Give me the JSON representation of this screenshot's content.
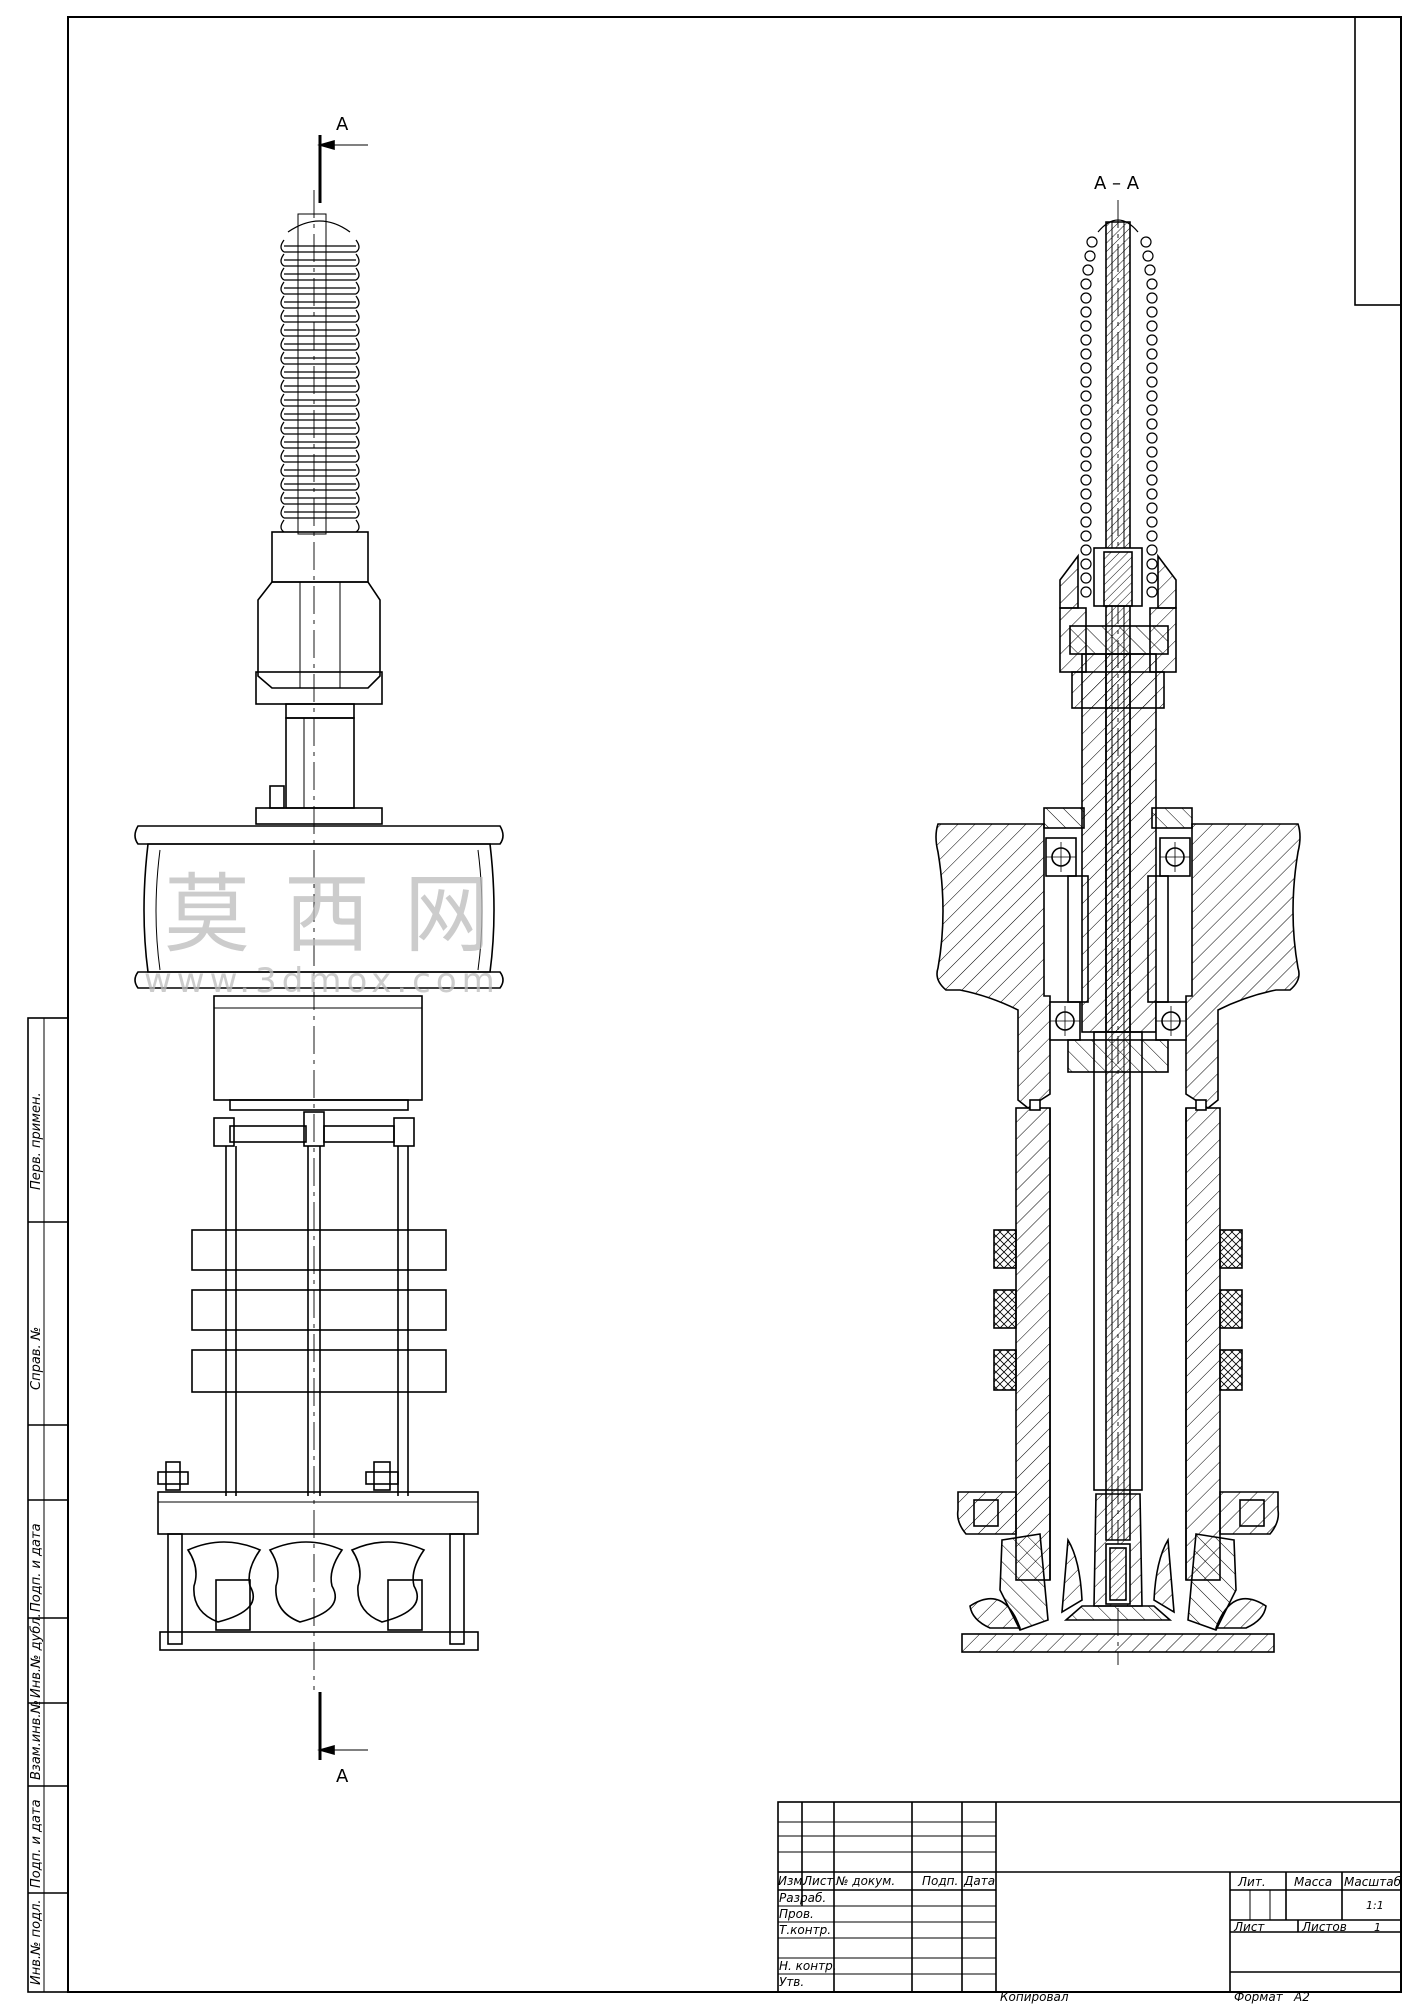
{
  "drawing": {
    "section_mark_top": "A",
    "section_mark_bottom": "A",
    "section_title": "A – A"
  },
  "watermark": {
    "cjk": "莫西网",
    "url": "www.3dmox.com"
  },
  "side_stamp": [
    "Перв. примен.",
    "Справ. №",
    "Подп. и дата",
    "Инв.№ дубл.",
    "Взам.инв.№",
    "Подп. и дата",
    "Инв.№ подл."
  ],
  "title_block": {
    "col_headers": [
      "Изм.",
      "Лист",
      "№ докум.",
      "Подп.",
      "Дата"
    ],
    "row_labels": [
      "Разраб.",
      "Пров.",
      "Т.контр.",
      "Н. контр.",
      "Утв."
    ],
    "lit": "Лит.",
    "mass": "Масса",
    "scale": "Масштаб",
    "scale_value": "1:1",
    "sheet": "Лист",
    "sheets": "Листов",
    "sheets_value": "1",
    "copied": "Копировал",
    "format": "Формат",
    "format_value": "A2"
  }
}
